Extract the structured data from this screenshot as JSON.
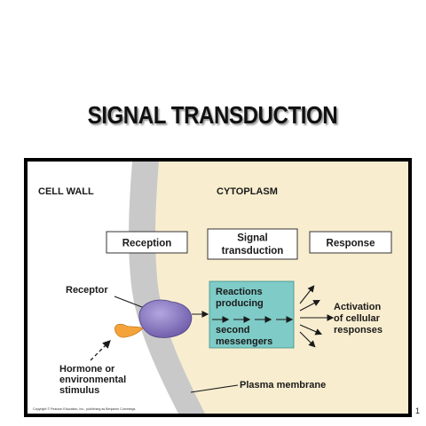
{
  "title": "SIGNAL TRANSDUCTION",
  "page_number": "1",
  "diagram": {
    "regions": {
      "cell_wall": "CELL WALL",
      "cytoplasm": "CYTOPLASM"
    },
    "stages": {
      "reception": "Reception",
      "signal_line1": "Signal",
      "signal_line2": "transduction",
      "response": "Response"
    },
    "receptor_label": "Receptor",
    "reactions": [
      "Reactions",
      "producing",
      "second",
      "messengers"
    ],
    "activation": [
      "Activation",
      "of cellular",
      "responses"
    ],
    "hormone": [
      "Hormone or",
      "environmental",
      "stimulus"
    ],
    "plasma_membrane": "Plasma membrane",
    "copyright": "Copyright © Pearson Education, Inc., publishing as Benjamin Cummings.",
    "colors": {
      "cell_wall_bg": "#ffffff",
      "membrane_band": "#c9c9c9",
      "cytoplasm_bg": "#f8edcf",
      "receptor": "#8b7ac2",
      "hormone": "#f4a33a",
      "reactions_box": "#7ecbc7"
    }
  }
}
